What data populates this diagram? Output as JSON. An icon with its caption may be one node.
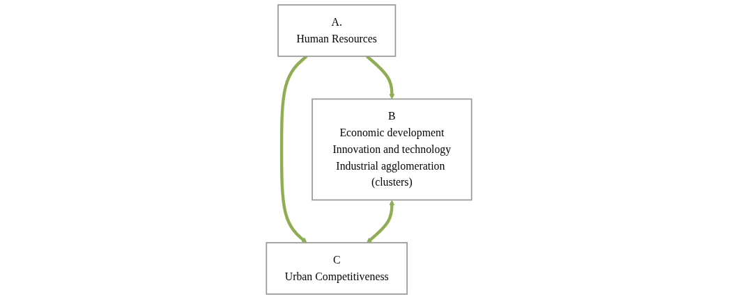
{
  "diagram": {
    "nodes": [
      {
        "text": [
          "A.",
          "Human Resources"
        ]
      },
      {
        "text": [
          "B",
          "Economic development",
          "Innovation and technology",
          "Industrial agglomeration (clusters)"
        ]
      },
      {
        "text": [
          "C",
          "Urban Competitiveness"
        ]
      }
    ],
    "edges": [
      {
        "from": 0,
        "to": 1,
        "arrow": "to"
      },
      {
        "from": 0,
        "to": 2,
        "arrow": "to"
      },
      {
        "from": 1,
        "to": 2,
        "arrow": "both"
      }
    ]
  }
}
